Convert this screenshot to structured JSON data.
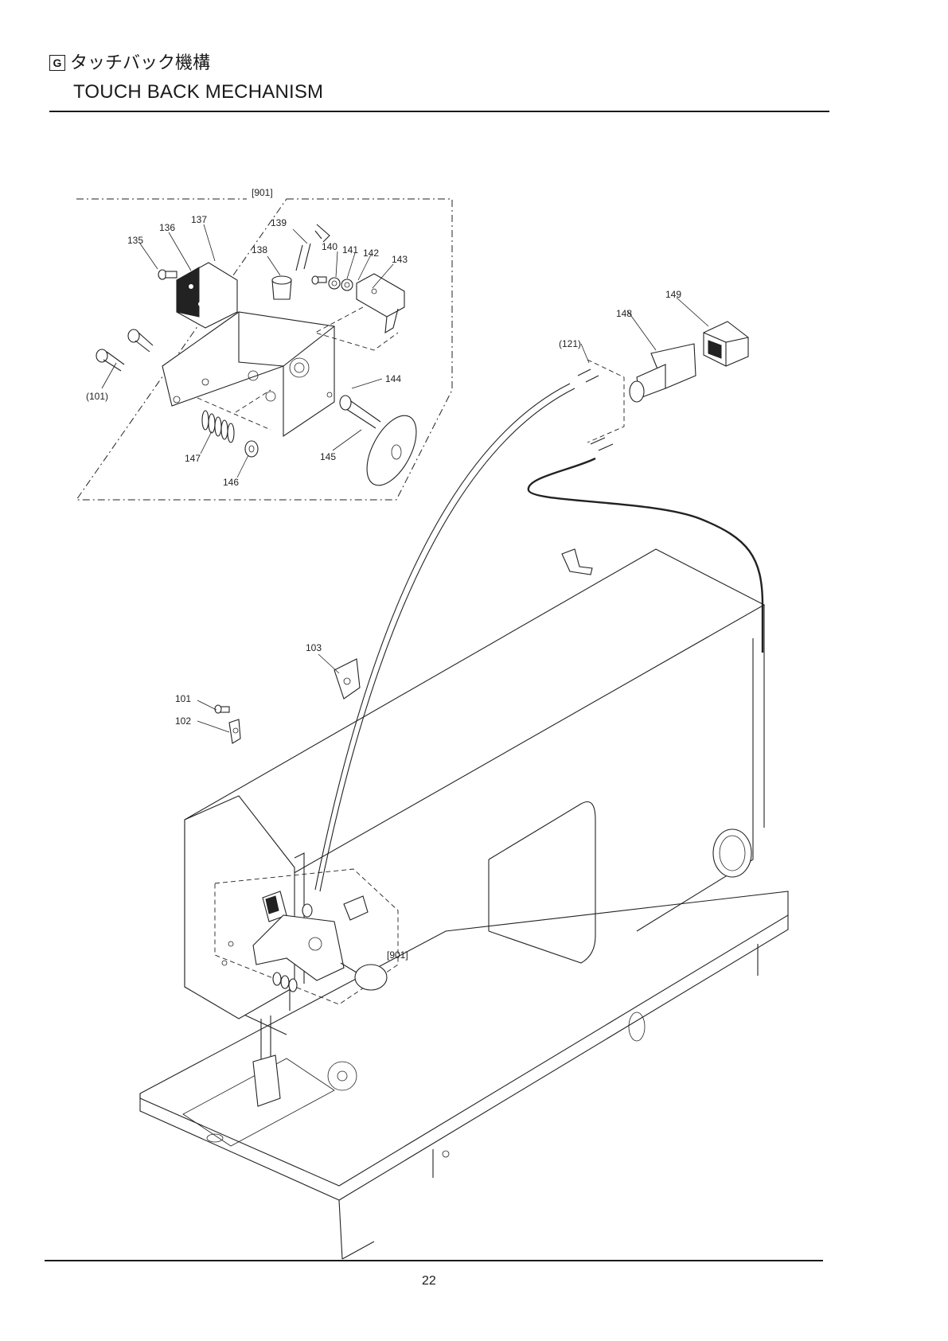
{
  "header": {
    "section_letter": "G",
    "title_jp": "タッチバック機構",
    "title_en": "TOUCH BACK MECHANISM"
  },
  "footer": {
    "page_number": "22"
  },
  "diagram": {
    "callouts": {
      "assy": "[901]",
      "assy_body": "[901]",
      "p101": "101",
      "p101_ref": "(101)",
      "p102": "102",
      "p103": "103",
      "p121_ref": "(121)",
      "p135": "135",
      "p136": "136",
      "p137": "137",
      "p138": "138",
      "p139": "139",
      "p140": "140",
      "p141": "141",
      "p142": "142",
      "p143": "143",
      "p144": "144",
      "p145": "145",
      "p146": "146",
      "p147": "147",
      "p148": "148",
      "p149": "149"
    }
  }
}
